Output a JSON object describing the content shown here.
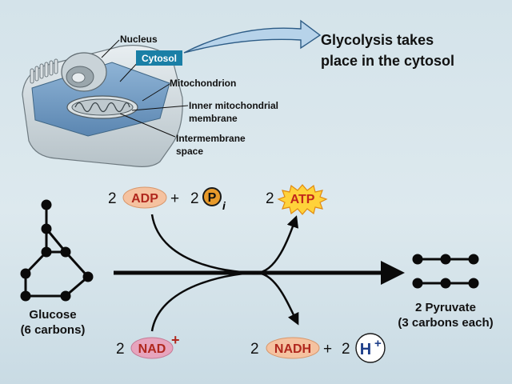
{
  "cell": {
    "labels": {
      "nucleus": "Nucleus",
      "cytosol": "Cytosol",
      "mitochondrion": "Mitochondrion",
      "inner_membrane_line1": "Inner mitochondrial",
      "inner_membrane_line2": "membrane",
      "intermembrane_line1": "Intermembrane",
      "intermembrane_line2": "space"
    },
    "callout_line1": "Glycolysis takes",
    "callout_line2": "place in the cytosol"
  },
  "reaction": {
    "reactant_top": {
      "coef_adp": "2",
      "adp": "ADP",
      "plus": "+",
      "coef_pi": "2",
      "p": "P",
      "i": "i"
    },
    "product_top": {
      "coef": "2",
      "atp": "ATP"
    },
    "reactant_bottom": {
      "coef": "2",
      "nad": "NAD",
      "charge": "+"
    },
    "product_bottom": {
      "coef_nadh": "2",
      "nadh": "NADH",
      "plus": "+",
      "coef_h": "2",
      "h": "H",
      "charge": "+"
    },
    "glucose_line1": "Glucose",
    "glucose_line2": "(6 carbons)",
    "pyruvate_line1": "2 Pyruvate",
    "pyruvate_line2": "(3 carbons each)"
  },
  "colors": {
    "nucleus_badge": "#1a7fa6",
    "adp_fill": "#f5c2a0",
    "atp_fill": "#ffd23a",
    "nad_fill": "#e7a4bd",
    "nadh_fill": "#f5c2a0",
    "p_fill": "#e89a2a",
    "arrow": "#0a0a0a"
  }
}
